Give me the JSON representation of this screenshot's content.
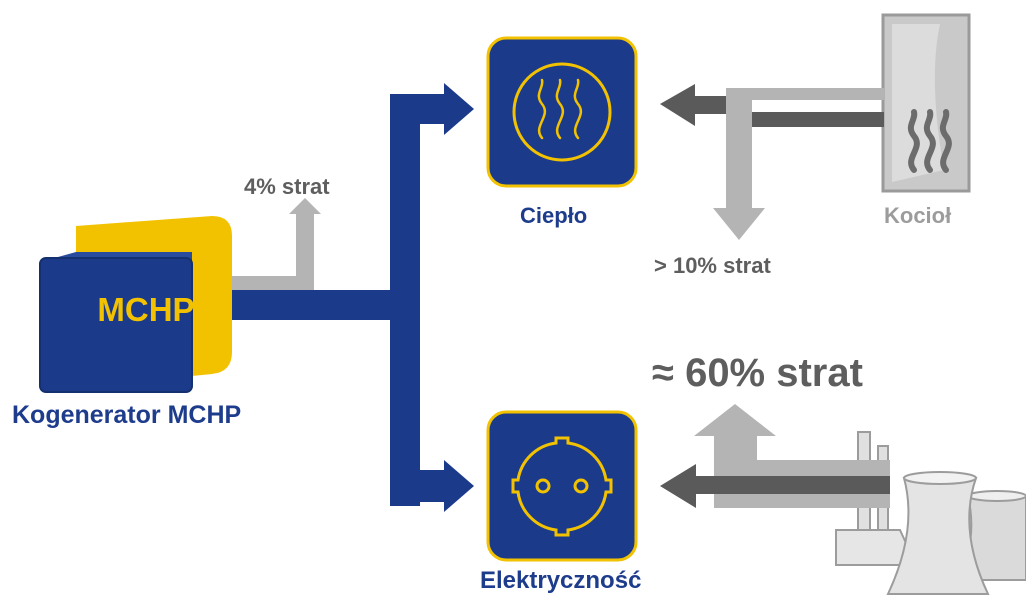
{
  "unit_label": "MCHP",
  "labels": {
    "cogenerator": "Kogenerator MCHP",
    "loss_cogenerator": "4% strat",
    "heat": "Ciepło",
    "electricity": "Elektryczność",
    "boiler": "Kocioł",
    "loss_boiler": "> 10% strat",
    "loss_plant": "≈ 60% strat"
  },
  "icons": {
    "cogenerator": "mchp-cube-icon",
    "heat": "heat-waves-icon",
    "electricity": "power-socket-icon",
    "boiler": "boiler-icon",
    "plant": "power-plant-icon"
  },
  "colors": {
    "navy": "#1B3A8A",
    "gold": "#F2C200",
    "text_blue": "#1E3C8C",
    "flow_gray": "#B4B4B4",
    "arrow_dark": "#5A5A5A",
    "label_gray": "#5E5E5E"
  }
}
